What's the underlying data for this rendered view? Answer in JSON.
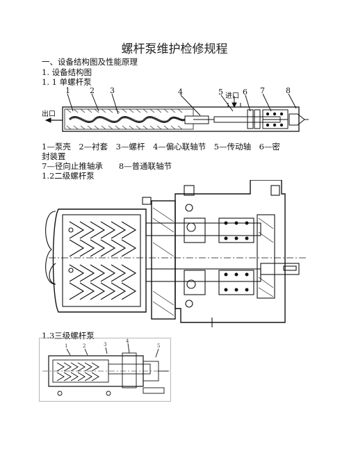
{
  "title": "螺杆泵维护检修规程",
  "section1": "一、设备结构图及性能原理",
  "section1_1": "1. 设备结构图",
  "section1_1_1": "1. 1 单螺杆泵",
  "fig1": {
    "inlet_label": "进口",
    "outlet_label": "出口",
    "callouts": [
      "1",
      "2",
      "3",
      "4",
      "5",
      "6",
      "7",
      "8"
    ]
  },
  "legend": {
    "line1": "1—泵壳　2—衬套　3—螺杆　4—偏心联轴节　5—传动轴　6—密",
    "line2": "封装置",
    "line3": "7—径向止推轴承　　8—普通联轴节"
  },
  "section1_2": "1.2二级螺杆泵",
  "section1_3": "1.3三级螺杆泵",
  "fig3": {
    "callouts": [
      "1",
      "2",
      "3",
      "4",
      "5"
    ]
  }
}
